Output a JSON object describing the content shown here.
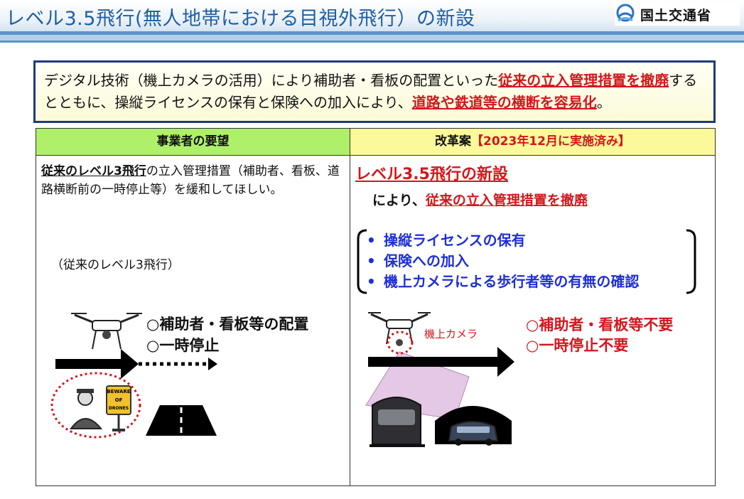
{
  "header": {
    "title": "レベル3.5飛行(無人地帯における目視外飛行）の新設",
    "ministry": "国土交通省"
  },
  "summary": {
    "part1": "デジタル技術（機上カメラの活用）により補助者・看板の配置といった",
    "part2_red": "従来の立入管理措置を撤廃",
    "part3": "するとともに、操縦ライセンスの保有と保険への加入により、",
    "part4_red": "道路や鉄道等の横断を容易化",
    "part5": "。"
  },
  "table": {
    "left_header": "事業者の要望",
    "right_header": "改革案",
    "right_header_tag": "【2023年12月に実施済み】"
  },
  "request": {
    "bold_part": "従来のレベル3飛行",
    "text": "の立入管理措置（補助者、看板、道路横断前の一時停止等）を緩和してほしい。",
    "previous_label": "（従来のレベル3飛行）",
    "items": [
      "○補助者・看板等の配置",
      "○一時停止"
    ],
    "sign_text": [
      "BEWARE",
      "OF",
      "DRONES"
    ]
  },
  "reform": {
    "title": "レベル3.5飛行の新設",
    "by": "により、",
    "by_red": "従来の立入管理措置を撤廃",
    "bullets": [
      "操縦ライセンスの保有",
      "保険への加入",
      "機上カメラによる歩行者等の有無の確認"
    ],
    "bullet_mark": "•",
    "camera_label": "機上カメラ",
    "items": [
      "○補助者・看板等不要",
      "○一時停止不要"
    ]
  },
  "colors": {
    "title_blue": "#1f5fa5",
    "accent_red": "#d4161d",
    "bullet_blue": "#1e2fd6",
    "left_header_bg": "#aef06a",
    "right_header_bg": "#fbf99a",
    "summary_border": "#1f3a7a"
  }
}
